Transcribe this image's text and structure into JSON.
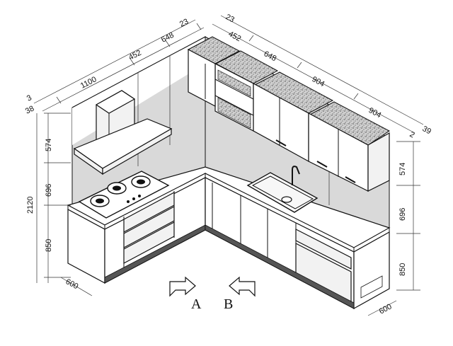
{
  "diagram": {
    "labels": {
      "view_a": "A",
      "view_b": "B"
    },
    "left_run_top_dims": [
      "3",
      "38",
      "1100",
      "452",
      "648",
      "23"
    ],
    "right_run_top_dims": [
      "23",
      "452",
      "648",
      "904",
      "904",
      "2",
      "39"
    ],
    "left_height_dims": [
      "574",
      "696",
      "850",
      "2120"
    ],
    "right_height_dims": [
      "574",
      "696",
      "850"
    ],
    "depth_dims": {
      "left": "600",
      "right": "600"
    }
  }
}
